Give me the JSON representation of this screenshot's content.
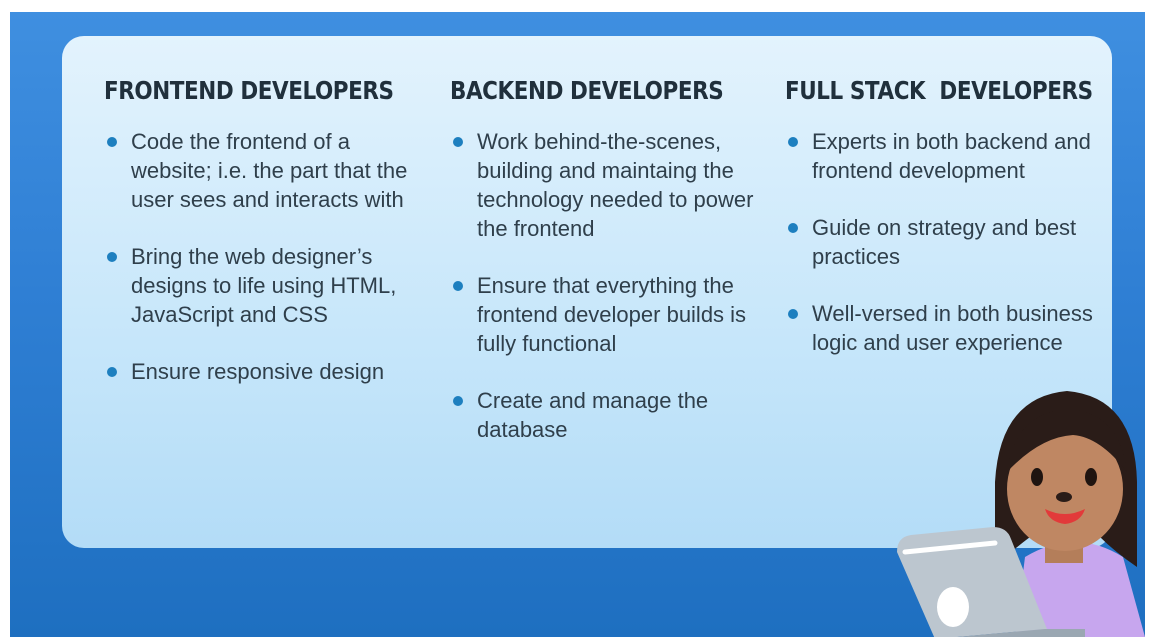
{
  "columns": [
    {
      "title": "FRONTEND DEVELOPERS",
      "items": [
        "Code the frontend of a website; i.e. the part that the user sees and interacts with",
        "Bring the web designer’s designs to life using HTML, JavaScript and CSS",
        "Ensure responsive design"
      ]
    },
    {
      "title": "BACKEND DEVELOPERS",
      "items": [
        "Work behind-the-scenes, building and maintaing the technology needed to power the frontend",
        "Ensure that everything the frontend developer builds is fully functional",
        "Create and manage the database"
      ]
    },
    {
      "title": "FULL STACK  DEVELOPERS",
      "items": [
        "Experts in both backend and frontend development",
        "Guide on strategy and best practices",
        "Well-versed in both business logic and user experience"
      ]
    }
  ],
  "illustration": {
    "icon": "woman-with-laptop-illustration"
  }
}
